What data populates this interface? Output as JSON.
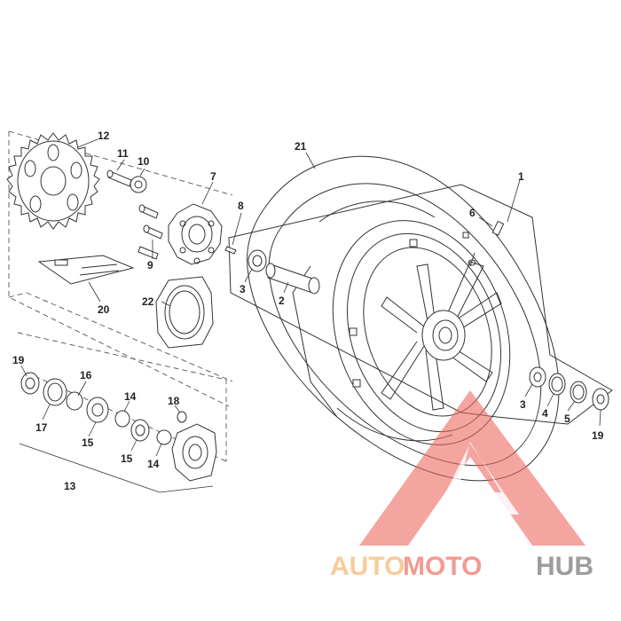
{
  "diagram": {
    "callouts": {
      "c1": "1",
      "c2": "2",
      "c3a": "3",
      "c3b": "3",
      "c4": "4",
      "c5": "5",
      "c6": "6",
      "c7": "7",
      "c8": "8",
      "c9": "9",
      "c10": "10",
      "c11": "11",
      "c12": "12",
      "c13": "13",
      "c14a": "14",
      "c14b": "14",
      "c15a": "15",
      "c15b": "15",
      "c16": "16",
      "c17": "17",
      "c18": "18",
      "c19a": "19",
      "c19b": "19",
      "c20": "20",
      "c21": "21",
      "c22": "22"
    }
  },
  "watermark": {
    "part1": "AUTO",
    "part2": "MOTO",
    "part3": "HUB",
    "colors": {
      "auto": "#f5c48a",
      "moto": "#f08a80",
      "hub": "#8c8c8c",
      "triangle": "#f06a60"
    }
  }
}
